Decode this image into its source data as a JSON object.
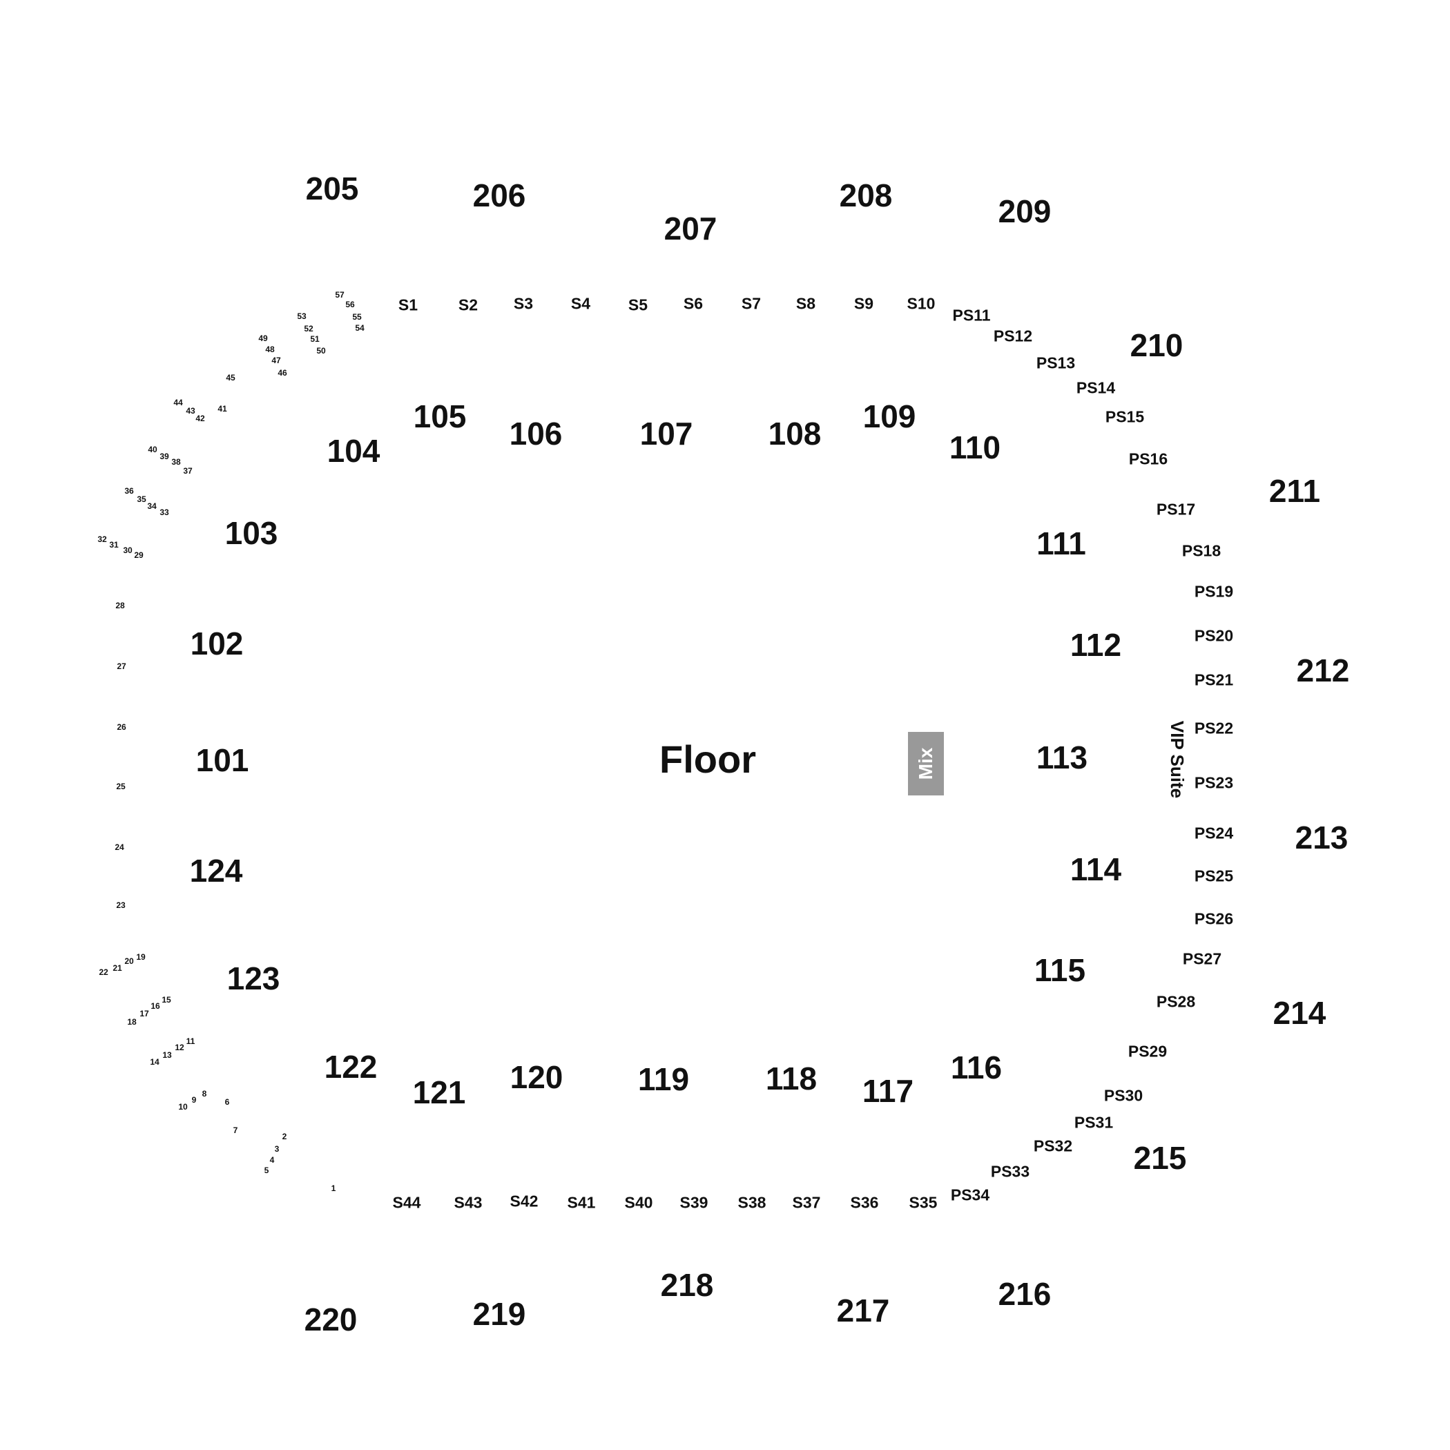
{
  "floor_label": "Floor",
  "mix_label": "Mix",
  "vip_label": "VIP Suite",
  "upper": [
    "205",
    "206",
    "207",
    "208",
    "209",
    "210",
    "211",
    "212",
    "213",
    "214",
    "215",
    "216",
    "217",
    "218",
    "219",
    "220"
  ],
  "lower": [
    "101",
    "102",
    "103",
    "104",
    "105",
    "106",
    "107",
    "108",
    "109",
    "110",
    "111",
    "112",
    "113",
    "114",
    "115",
    "116",
    "117",
    "118",
    "119",
    "120",
    "121",
    "122",
    "123",
    "124"
  ],
  "suites": [
    "S1",
    "S2",
    "S3",
    "S4",
    "S5",
    "S6",
    "S7",
    "S8",
    "S9",
    "S10",
    "PS11",
    "PS12",
    "PS13",
    "PS14",
    "PS15",
    "PS16",
    "PS17",
    "PS18",
    "PS19",
    "PS20",
    "PS21",
    "PS22",
    "PS23",
    "PS24",
    "PS25",
    "PS26",
    "PS27",
    "PS28",
    "PS29",
    "PS30",
    "PS31",
    "PS32",
    "PS33",
    "PS34",
    "S35",
    "S36",
    "S37",
    "S38",
    "S39",
    "S40",
    "S41",
    "S42",
    "S43",
    "S44"
  ],
  "boxes": [
    "1",
    "2",
    "3",
    "4",
    "5",
    "6",
    "7",
    "8",
    "9",
    "10",
    "11",
    "12",
    "13",
    "14",
    "15",
    "16",
    "17",
    "18",
    "19",
    "20",
    "21",
    "22",
    "23",
    "24",
    "25",
    "26",
    "27",
    "28",
    "29",
    "30",
    "31",
    "32",
    "33",
    "34",
    "35",
    "36",
    "37",
    "38",
    "39",
    "40",
    "41",
    "42",
    "43",
    "44",
    "45",
    "46",
    "47",
    "48",
    "49",
    "50",
    "51",
    "52",
    "53",
    "54",
    "55",
    "56",
    "57"
  ]
}
